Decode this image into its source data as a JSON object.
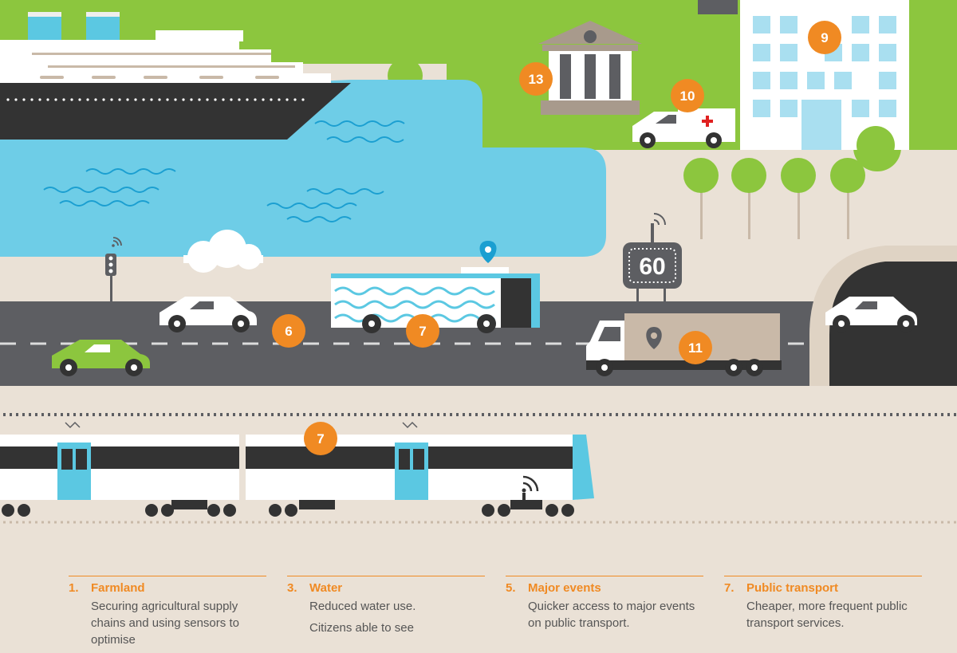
{
  "badges": {
    "b6": "6",
    "b7_bus": "7",
    "b7_train": "7",
    "b9": "9",
    "b10": "10",
    "b11": "11",
    "b13": "13"
  },
  "speed_sign": {
    "value": "60"
  },
  "legend": [
    {
      "number": "1.",
      "title": "Farmland",
      "lines": [
        "Securing agricultural supply chains and using sensors to optimise"
      ]
    },
    {
      "number": "3.",
      "title": "Water",
      "lines": [
        "Reduced water use.",
        "Citizens able to see"
      ]
    },
    {
      "number": "5.",
      "title": "Major events",
      "lines": [
        "Quicker access to major events on public transport."
      ]
    },
    {
      "number": "7.",
      "title": "Public transport",
      "lines": [
        "Cheaper, more frequent public transport services."
      ]
    }
  ],
  "colors": {
    "grass": "#8cc63e",
    "water": "#6ecde7",
    "road": "#5d5e62",
    "ground": "#eae1d6",
    "orange": "#f08a23",
    "ship_dark": "#333333",
    "teal": "#5bc8e2",
    "green_car": "#8cc63e"
  }
}
